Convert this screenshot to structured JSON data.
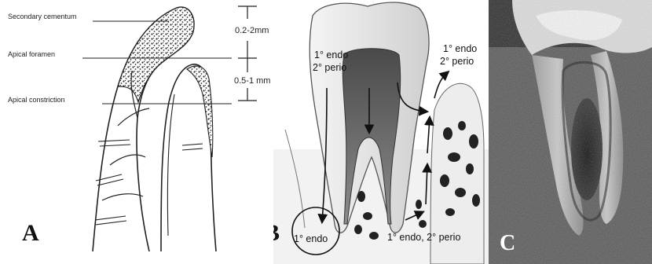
{
  "panel_a": {
    "letter": "A",
    "label_secondary_cementum": "Secondary cementum",
    "label_apical_foramen": "Apical foramen",
    "label_apical_constriction": "Apical constriction",
    "measure_upper": "0.2-2mm",
    "measure_lower": "0.5-1 mm"
  },
  "panel_b": {
    "letter": "B",
    "label_crown_left_line1": "1° endo",
    "label_crown_left_line2": "2° perio",
    "label_right_top_line1": "1° endo",
    "label_right_top_line2": "2° perio",
    "label_apex_circle": "1° endo",
    "label_bottom_right": "1° endo, 2° perio"
  },
  "panel_c": {
    "letter": "C"
  },
  "colors": {
    "line": "#222222",
    "stipple": "#2b2b2b",
    "tooth_fill": "#e9e9e9",
    "pulp_fill": "#6e6e6e",
    "xray_bg": "#1a1a1a"
  }
}
